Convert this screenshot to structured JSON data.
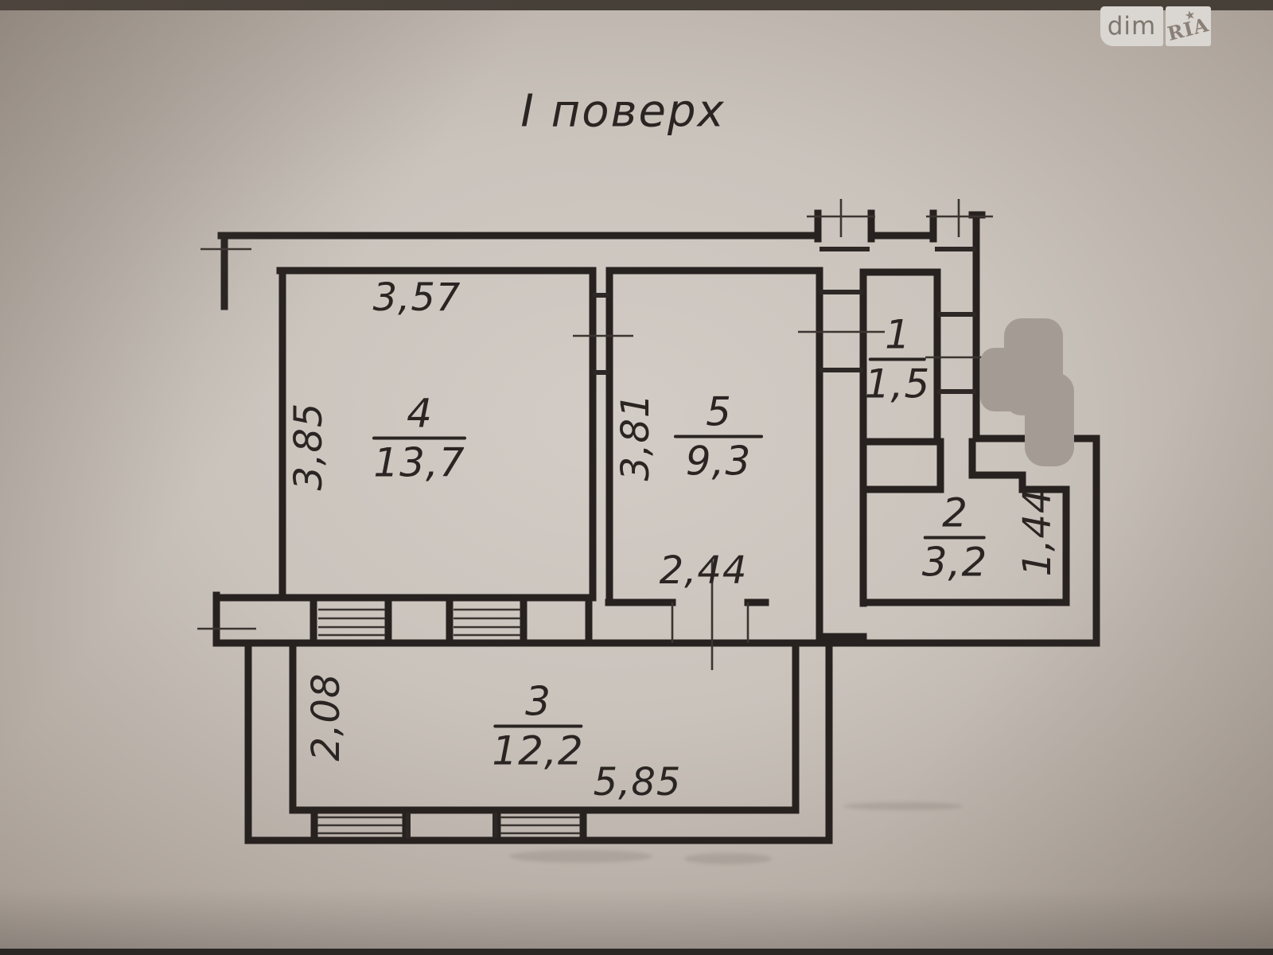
{
  "title": "І поверх",
  "watermark": {
    "dim": "dim",
    "ria": "RIA"
  },
  "rooms": {
    "r4": {
      "number": "4",
      "area": "13,7"
    },
    "r5": {
      "number": "5",
      "area": "9,3"
    },
    "r1": {
      "number": "1",
      "area": "1,5"
    },
    "r2": {
      "number": "2",
      "area": "3,2"
    },
    "r3": {
      "number": "3",
      "area": "12,2"
    }
  },
  "dimensions": {
    "room4_width": "3,57",
    "room4_height": "3,85",
    "room5_height": "3,81",
    "room5_door_width": "2,44",
    "room2_niche_height": "1,44",
    "room3_width": "5,85",
    "room3_height": "2,08"
  },
  "colors": {
    "ink": "#2a2522",
    "paper": "#cdc6bf",
    "photo_background": "#a89f97",
    "censor_patch": "#a49c94"
  }
}
